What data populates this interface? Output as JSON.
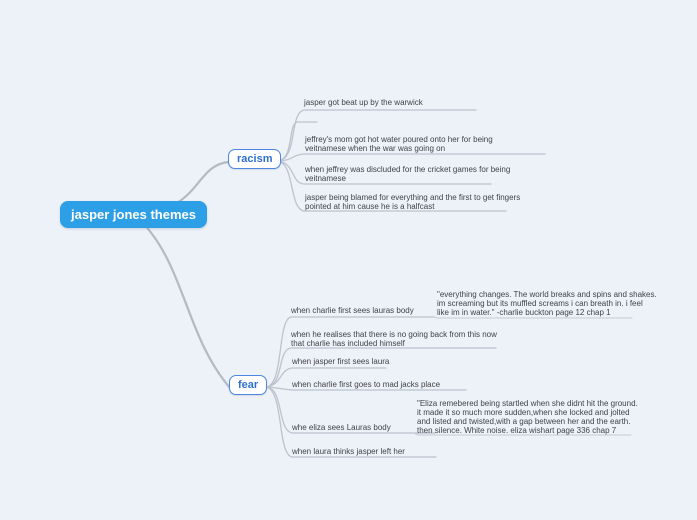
{
  "canvas": {
    "background": "#edf1f8",
    "branch_line_color": "#b4bac4",
    "child_line_color": "#bdc3cd"
  },
  "root": {
    "label": "jasper jones themes",
    "fill_color": "#2d9fe6",
    "text_color": "#ffffff"
  },
  "branches": [
    {
      "label": "racism",
      "border_color": "#4d87e0",
      "text_color": "#2e6fd4",
      "items": [
        {
          "text": "jasper got beat up by the warwick"
        },
        {
          "text": ""
        },
        {
          "text": "jeffrey's mom got hot water poured onto her for being\nveitnamese when the war was going on"
        },
        {
          "text": "when jeffrey was discluded for the cricket games for being\nveitnamese"
        },
        {
          "text": "jasper being blamed for everything and the first to get fingers\npointed at him cause he is a halfcast"
        }
      ]
    },
    {
      "label": "fear",
      "border_color": "#4d87e0",
      "text_color": "#2e6fd4",
      "items": [
        {
          "text": "when charlie first sees lauras body",
          "quote": "\"everything changes. The world breaks and spins and shakes.\nim screaming but its muffled screams i can breath in. i feel\nlike im in water.\" -charlie buckton page 12 chap 1"
        },
        {
          "text": "when he realises that there is no going back from this now\nthat charlie has included himself"
        },
        {
          "text": "when jasper first sees laura"
        },
        {
          "text": "when charlie first goes to mad jacks place"
        },
        {
          "text": "whe eliza sees Lauras body",
          "quote": "\"Eliza remebered being startled when she didnt hit the ground.\nit made it so much more sudden,when she locked and jolted\nand listed and twisted,with a gap between her and the earth.\nthen silence. White noise. eliza wishart page 336 chap 7"
        },
        {
          "text": "when laura thinks jasper left her"
        }
      ]
    }
  ]
}
